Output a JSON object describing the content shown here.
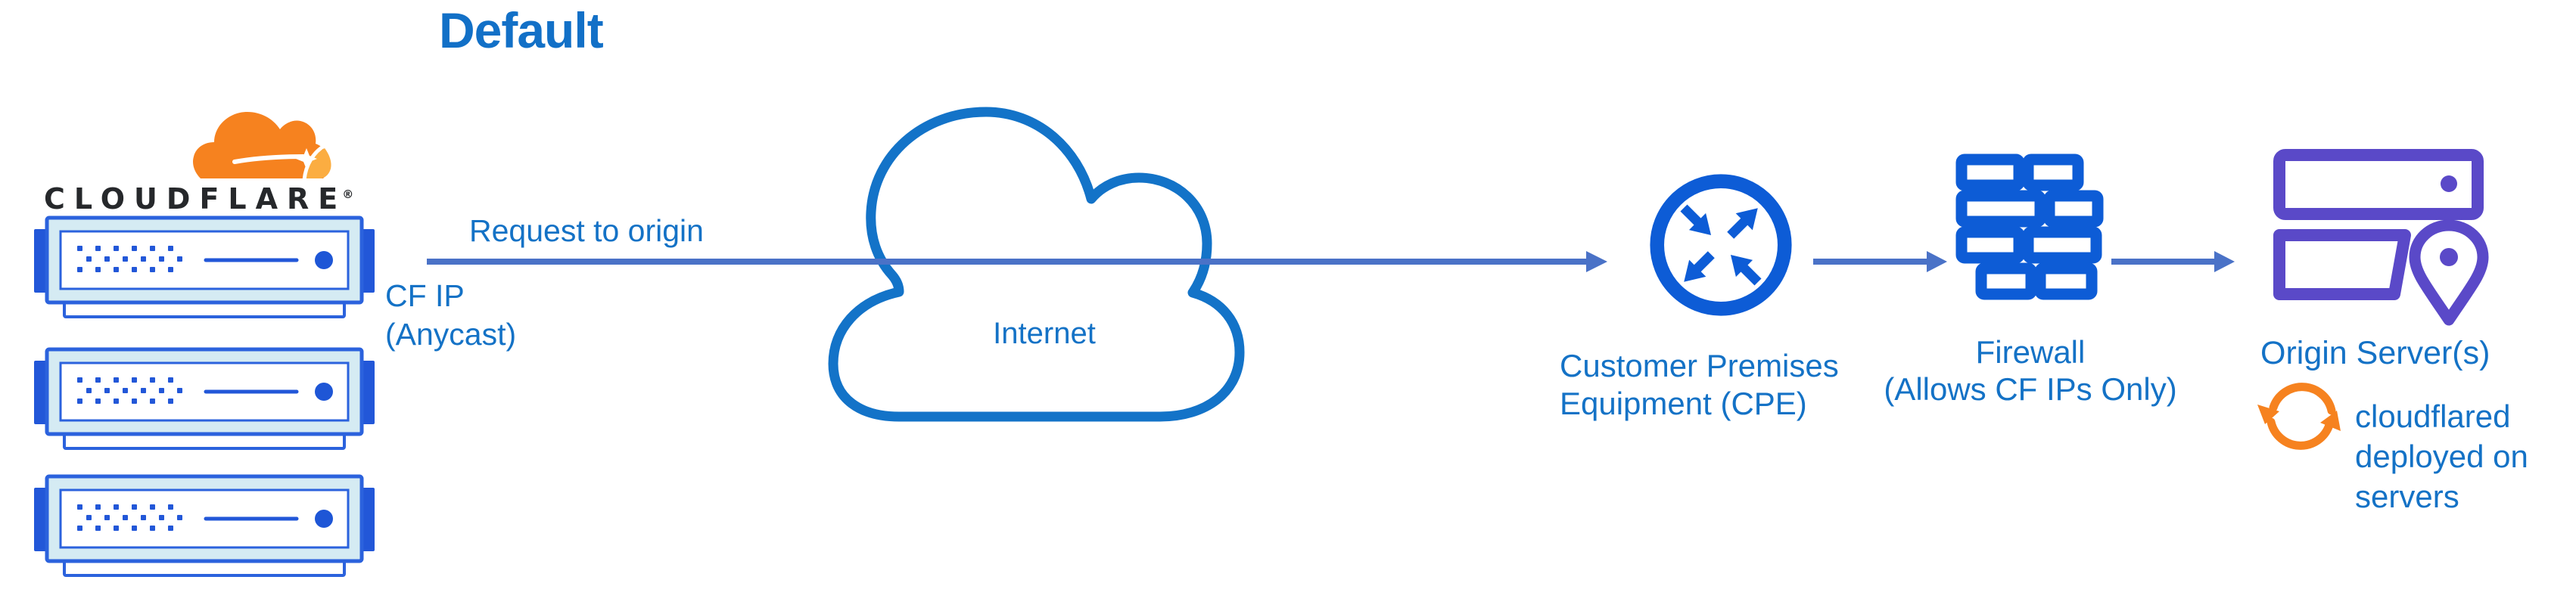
{
  "title": "Default",
  "brand": {
    "wordmark": "CLOUDFLARE",
    "registered": "®"
  },
  "labels": {
    "request": "Request to origin",
    "cf_ip": "CF IP\n(Anycast)",
    "internet": "Internet",
    "cpe": "Customer Premises\nEquipment (CPE)",
    "firewall": "Firewall\n(Allows CF IPs Only)",
    "origin": "Origin Server(s)",
    "cloudflared": "cloudflared\ndeployed on\nservers"
  },
  "icons": {
    "logo": "cloudflare-cloud-icon",
    "edge_server": "server-icon",
    "internet": "cloud-icon",
    "cpe": "router-arrows-icon",
    "firewall": "brick-wall-icon",
    "origin": "stacked-servers-icon",
    "origin_pin": "location-pin-icon",
    "cloudflared": "sync-arrows-icon",
    "flow": "arrow-right-icon"
  },
  "colors": {
    "label_blue": "#1472c6",
    "title_blue": "#1270c7",
    "arrow_blue": "#4a72c7",
    "icon_blue": "#0d5cd6",
    "server_border_blue": "#2b62dd",
    "server_accent_blue": "#2257d8",
    "server_fill_light": "#d5ebf3",
    "cloud_outline_blue": "#1373c8",
    "origin_purple": "#5a49c8",
    "cloudflare_orange": "#f6821f",
    "cloudflare_orange_light": "#fbad41",
    "wordmark_dark": "#26282b"
  }
}
